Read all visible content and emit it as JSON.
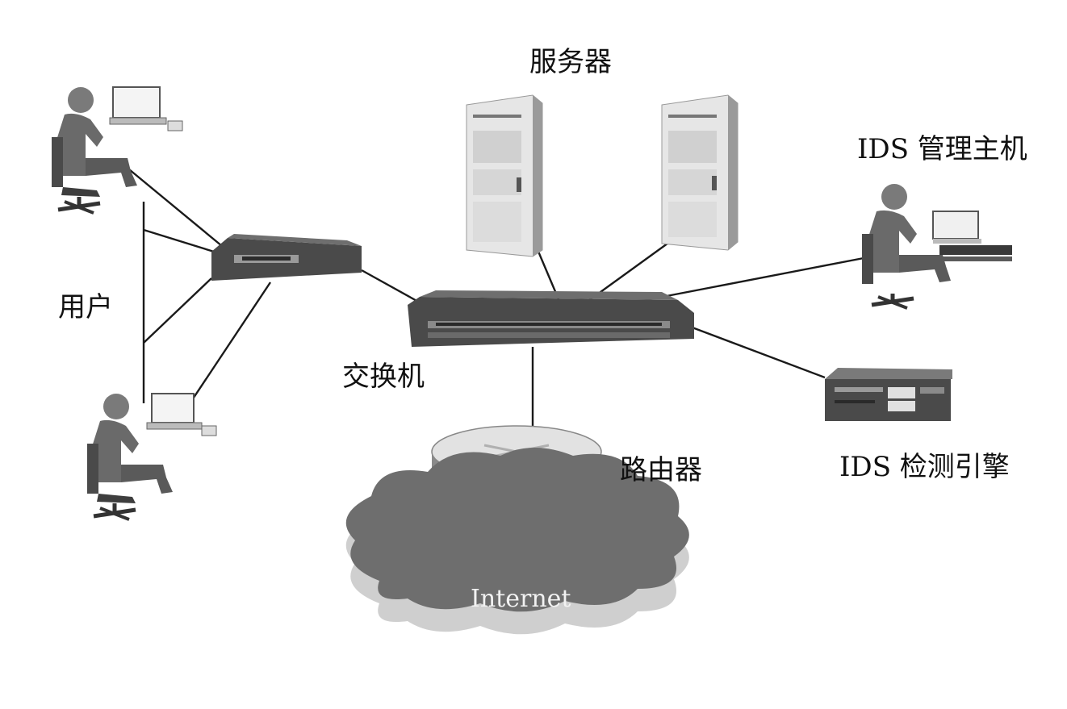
{
  "labels": {
    "servers": "服务器",
    "ids_manager": "IDS 管理主机",
    "users": "用户",
    "switch": "交换机",
    "router": "路由器",
    "ids_engine": "IDS 检测引擎",
    "internet": "Internet"
  },
  "colors": {
    "device_dark": "#4a4a4a",
    "device_mid": "#7a7a7a",
    "server_light": "#e6e6e6",
    "cloud_dark": "#6e6e6e",
    "line": "#1a1a1a"
  },
  "icons": [
    "user-workstation-icon",
    "server-tower-icon",
    "network-switch-icon",
    "router-icon",
    "ids-engine-icon",
    "internet-cloud-icon"
  ]
}
